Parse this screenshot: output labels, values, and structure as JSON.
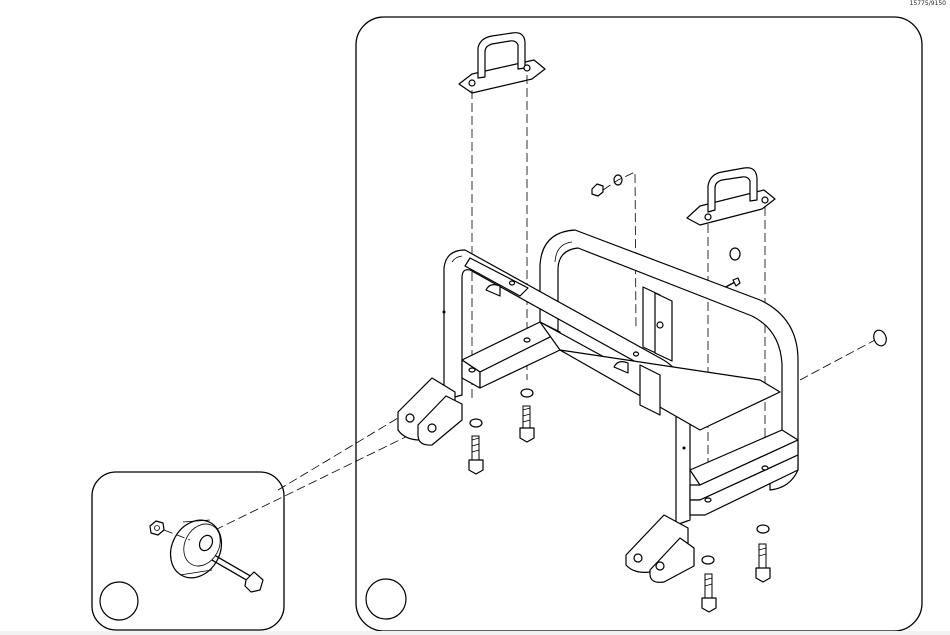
{
  "document_number": "15775/9150",
  "callouts": [
    {
      "id": "detail-callout",
      "label": ""
    },
    {
      "id": "main-callout",
      "label": ""
    }
  ],
  "icons": [
    "bolt-icon",
    "nut-icon",
    "washer-icon",
    "wheel-icon",
    "bracket-icon",
    "frame-icon"
  ]
}
